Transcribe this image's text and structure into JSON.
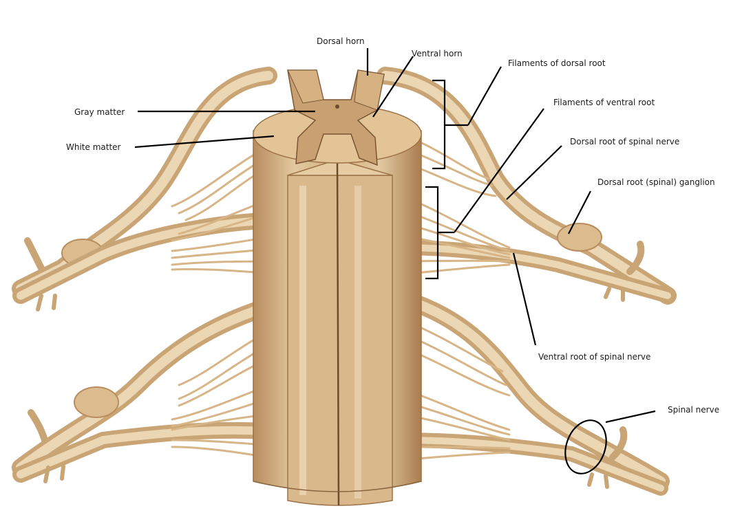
{
  "diagram": {
    "colors": {
      "background": "#ffffff",
      "tissue_light": "#e8d3b0",
      "tissue_mid": "#d9b88c",
      "tissue_dark": "#b88d5e",
      "tissue_shadow": "#9c7246",
      "leader_line": "#000000"
    },
    "labels": {
      "dorsal_horn": "Dorsal horn",
      "ventral_horn": "Ventral horn",
      "filaments_dorsal_root": "Filaments of dorsal root",
      "filaments_ventral_root": "Filaments of ventral root",
      "gray_matter": "Gray matter",
      "white_matter": "White matter",
      "dorsal_root_spinal_nerve": "Dorsal root of spinal nerve",
      "dorsal_root_ganglion": "Dorsal root (spinal) ganglion",
      "ventral_root_spinal_nerve": "Ventral root of spinal nerve",
      "spinal_nerve": "Spinal nerve"
    }
  }
}
